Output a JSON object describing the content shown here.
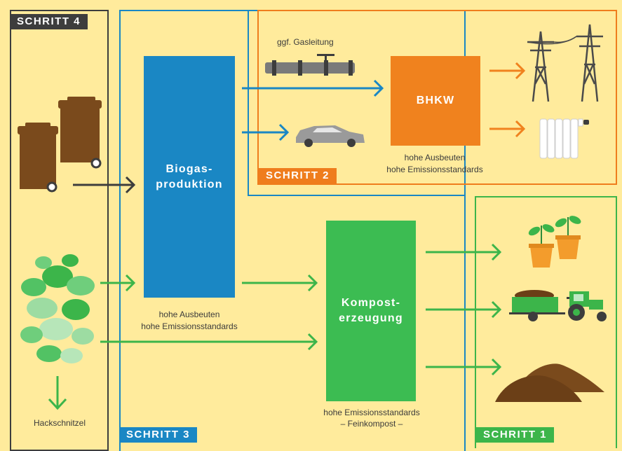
{
  "steps": {
    "step4": {
      "label": "SCHRITT 4",
      "color": "#3d3d3d"
    },
    "step3": {
      "label": "SCHRITT 3",
      "color": "#1a87c4"
    },
    "step2": {
      "label": "SCHRITT 2",
      "color": "#ef7d1d"
    },
    "step1": {
      "label": "SCHRITT 1",
      "color": "#3cb54a"
    }
  },
  "boxes": {
    "biogas": {
      "label": "Biogas-\nproduktion",
      "color": "#1a87c4"
    },
    "bhkw": {
      "label": "BHKW",
      "color": "#f0821e"
    },
    "kompost": {
      "label": "Kompost-\nerzeugung",
      "color": "#3cbc52"
    }
  },
  "captions": {
    "gas_pipeline": "ggf. Gasleitung",
    "biogas_yield": "hohe Ausbeuten",
    "biogas_emission": "hohe Emissionsstandards",
    "bhkw_yield": "hohe Ausbeuten",
    "bhkw_emission": "hohe Emissionsstandards",
    "kompost_emission": "hohe Emissionsstandards",
    "kompost_fine": "– Feinkompost –",
    "hackschnitzel": "Hackschnitzel"
  },
  "icons": [
    "organic-waste-bins-icon",
    "green-waste-plant-icon",
    "gas-pipeline-icon",
    "car-icon",
    "power-pylon-icon",
    "radiator-icon",
    "potted-plants-icon",
    "tractor-trailer-icon",
    "compost-heap-icon"
  ]
}
